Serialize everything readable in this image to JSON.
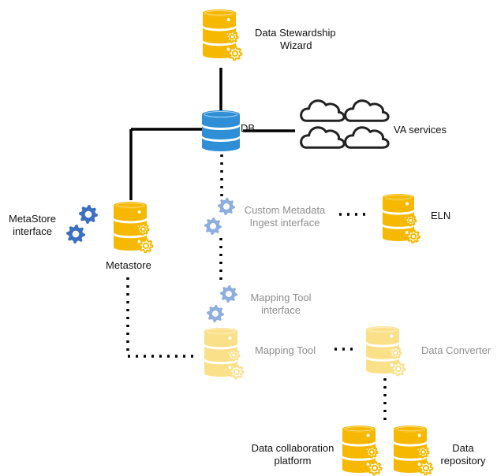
{
  "nodes": {
    "dsw": {
      "label_line1": "Data Stewardship",
      "label_line2": "Wizard"
    },
    "db": {
      "label": "DB"
    },
    "va": {
      "label": "VA services"
    },
    "metastore_interface": {
      "label_line1": "MetaStore",
      "label_line2": "interface"
    },
    "metastore": {
      "label": "Metastore"
    },
    "custom_ingest": {
      "label_line1": "Custom Metadata",
      "label_line2": "Ingest interface"
    },
    "eln": {
      "label": "ELN"
    },
    "mapping_interface": {
      "label_line1": "Mapping Tool",
      "label_line2": "interface"
    },
    "mapping_tool": {
      "label": "Mapping Tool"
    },
    "data_converter": {
      "label": "Data Converter"
    },
    "collab": {
      "label_line1": "Data collaboration",
      "label_line2": "platform"
    },
    "repository": {
      "label_line1": "Data",
      "label_line2": "repository"
    }
  },
  "colors": {
    "db_gold": "#f6b800",
    "db_gold_faded": "#fbe08a",
    "db_blue": "#2e8fd6",
    "gear_blue": "#3c6fc2",
    "gear_blue_faded": "#8eaee0",
    "cloud_stroke": "#222222",
    "line": "#000000"
  },
  "icons": [
    "database-icon",
    "gear-icon",
    "cloud-icon"
  ]
}
